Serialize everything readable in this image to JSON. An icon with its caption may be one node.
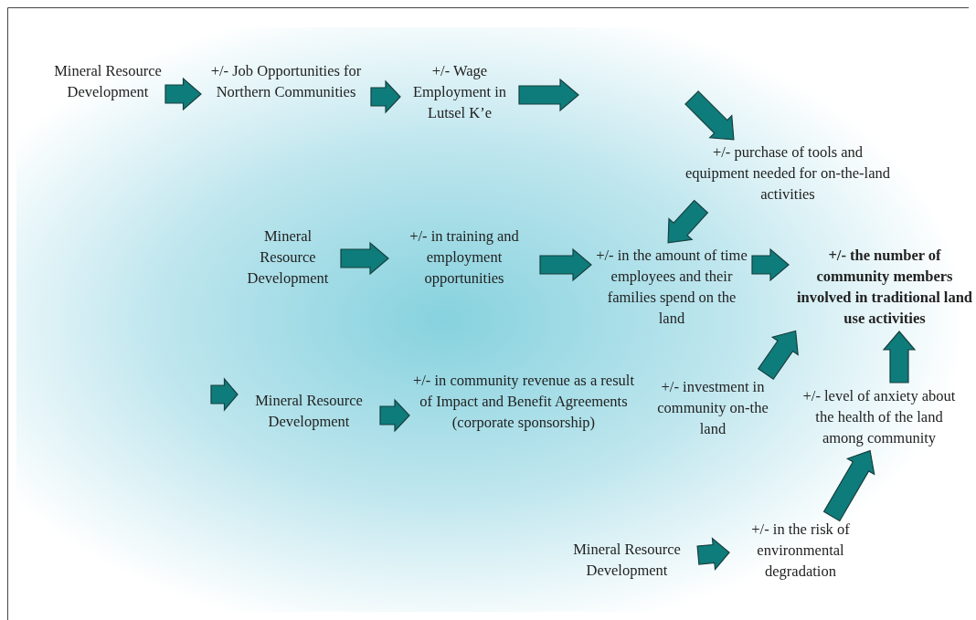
{
  "diagram": {
    "nodes": [
      {
        "text": [
          "Mineral Resource Development"
        ]
      },
      {
        "text": [
          "+/- Job Opportunities for Northern Communities"
        ]
      },
      {
        "text": [
          "+/- Wage Employment in Lutsel K’e"
        ]
      },
      {
        "text": [
          "+/- purchase of tools and equipment needed for on-the-land activities"
        ]
      },
      {
        "text": [
          "Mineral Resource Development"
        ]
      },
      {
        "text": [
          "+/- in training and employment opportunities"
        ]
      },
      {
        "text": [
          "+/- in the amount of time employees and their families spend on the land"
        ]
      },
      {
        "text": [
          "+/- the number of community members involved in traditional land use activities"
        ]
      },
      {
        "text": [
          "Mineral Resource Development"
        ]
      },
      {
        "text": [
          "+/- in community revenue as a result of Impact and Benefit Agreements (corporate sponsorship)"
        ]
      },
      {
        "text": [
          "+/- investment in community on-the land"
        ]
      },
      {
        "text": [
          "+/- level of anxiety about the health of the land among community"
        ]
      },
      {
        "text": [
          "Mineral Resource Development"
        ]
      },
      {
        "text": [
          "+/- in the risk of environmental degradation"
        ]
      }
    ],
    "edges": [
      {
        "from": 0,
        "to": 1,
        "arrow": "to"
      },
      {
        "from": 1,
        "to": 2,
        "arrow": "to"
      },
      {
        "from": 2,
        "to": null,
        "arrow": "to"
      },
      {
        "from": null,
        "to": 3,
        "arrow": "to"
      },
      {
        "from": 3,
        "to": 6,
        "arrow": "to"
      },
      {
        "from": 4,
        "to": 5,
        "arrow": "to"
      },
      {
        "from": 5,
        "to": 6,
        "arrow": "to"
      },
      {
        "from": 6,
        "to": 7,
        "arrow": "to"
      },
      {
        "from": null,
        "to": 8,
        "arrow": "to"
      },
      {
        "from": 8,
        "to": 9,
        "arrow": "to"
      },
      {
        "from": 10,
        "to": 7,
        "arrow": "to"
      },
      {
        "from": 11,
        "to": 7,
        "arrow": "to"
      },
      {
        "from": 12,
        "to": 13,
        "arrow": "to"
      },
      {
        "from": 13,
        "to": 11,
        "arrow": "to"
      }
    ]
  }
}
